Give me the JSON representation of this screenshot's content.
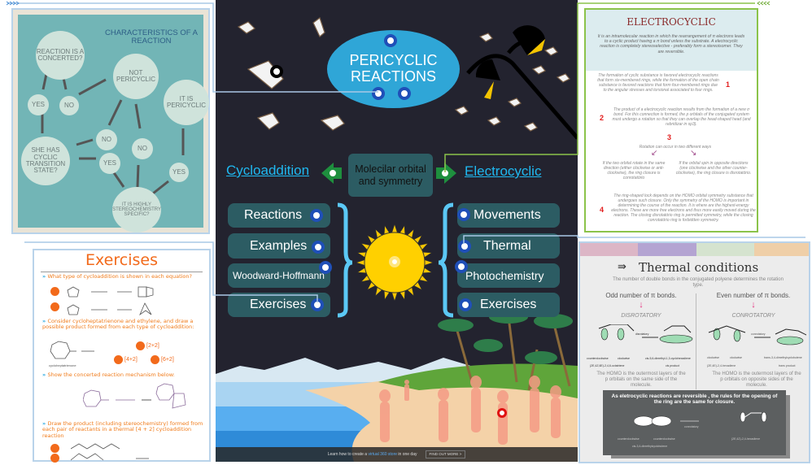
{
  "characteristics": {
    "title": "CHARACTERISTICS OF A REACTION",
    "bubbles": {
      "concerted": "REACTION IS A CONCERTED?",
      "yes1": "YES",
      "no1": "NO",
      "not_pericyclic": "NOT PERICYCLIC",
      "is_pericyclic": "IT IS PERICYCLIC",
      "cyclic": "SHE HAS CYCLIC TRANSITION STATE?",
      "no2": "NO",
      "yes2": "YES",
      "no3": "NO",
      "yes3": "YES",
      "stereo": "IT IS HIGHLY STEREOCHEMISTRY SPECIFIC?"
    }
  },
  "exercises_panel": {
    "title": "Exercises",
    "q1": "What type of cycloaddition is shown in each equation?",
    "q2": "Consider cycloheptatrienone and ethylene, and draw a possible product formed from each type of cycloaddition:",
    "q2_label": "cycloheptatrienone",
    "options": [
      "[2+2]",
      "[4+2]",
      "[6+2]"
    ],
    "q3": "Show the concerted reaction mechanism below:",
    "q4": "Draw the product (including stereochemistry) formed from each pair of reactants in a thermal [4 + 2] cycloaddition reaction"
  },
  "center": {
    "title": "PERICYCLIC REACTIONS",
    "hub": "Molecilar orbital and symmetry",
    "left_link": "Cycloaddition",
    "right_link": "Electrocyclic",
    "left_items": [
      "Reactions",
      "Examples",
      "Woodward-Hoffmann",
      "Exercises"
    ],
    "right_items": [
      "Movements",
      "Thermal",
      "Photochemistry",
      "Exercises"
    ],
    "footer_text_pre": "Learn how to create a ",
    "footer_link": "virtual 360 store",
    "footer_text_post": " in one day",
    "footer_button": "FIND OUT MORE  >"
  },
  "electrocyclic": {
    "title": "ELECTROCYCLIC",
    "intro": "It is an intramolecular reaction in which the rearrangement of π electrons leads to a cyclic product having a π bond unless the substrate. A electrocyclic reaction is completely stereoselective - preferably form a stereoisomer. They are reversible.",
    "p1": "The formation of cyclic substance is favored electrocyclic reactions that form six-membered rings, while the formation of the open chain substance is favored reactions that form four-membered rings due to the angular stresses and torsional associated to four rings.",
    "p2": "The product of a electrocyclic reaction results from the formation of a new σ bond. For this connection is formed, the p orbitals of the conjugated system must undergo a rotation so that they can overlap the head-shaped head (and rebridizar in sp3).",
    "p3": "Rotation can occur in two different ways",
    "p3a": "If the two orbital rotate in the same direction (either clockwise or anti-clockwise), the ring closure is conrotatório",
    "p3b": "If the orbital spin in opposite directions (one clockwise and the other counter-clockwise), the ring closure is disrotatório.",
    "p4": "The ring-shaped lock depends on the HOMO orbital symmetry substance that undergoes such closure. Only the symmetry of the HOMO is important in determining the course of the reaction. It is where are the highest-energy electrons. These are more free electrons and thus more easily moved during the reaction. The closing disrotatório ring is permitted symmetry, while the closing conrotatório ring is forbidden symmetry.",
    "numbers": [
      "1",
      "2",
      "3",
      "4"
    ]
  },
  "thermal": {
    "title": "Thermal conditions",
    "subtitle": "The number of double bonds in the conjugated polyene determines the rotation type.",
    "odd": "Odd number of π bonds.",
    "even": "Even number of π bonds.",
    "dis": "DISROTATORY",
    "con": "CONROTATORY",
    "dis_labels": [
      "counterclockwise",
      "clockwise",
      "(2E,4Z,6E)-2,4,6-octatriene",
      "disrotatory",
      "cis-5,6-dimethyl-1,3-cyclohexadiene",
      "cis product"
    ],
    "con_labels": [
      "clockwise",
      "clockwise",
      "(2E,4E)-2,4-hexadiene",
      "conrotatory",
      "trans-3,4-dimethylcyclobutene",
      "trans product"
    ],
    "homo_left": "The HOMO is the outermost layers of the p orbitals on the same side of the molecule.",
    "homo_right": "The HOMO is the outermost layers of the p orbitals on opposite sides of the molecule.",
    "box_title": "As eletrocyclic reactions are reversible , the rules for the opening of the ring are the same for closure.",
    "box_labels": [
      "counterclockwise",
      "counterclockwise",
      "cis-3,4-dimethylcyclobutene",
      "conrotatory",
      "(2E,4Z)-2,4-hexadiene"
    ],
    "stripe_colors": [
      "#dcb6c6",
      "#b4a4d2",
      "#d5e3cf",
      "#efcfa8"
    ]
  }
}
